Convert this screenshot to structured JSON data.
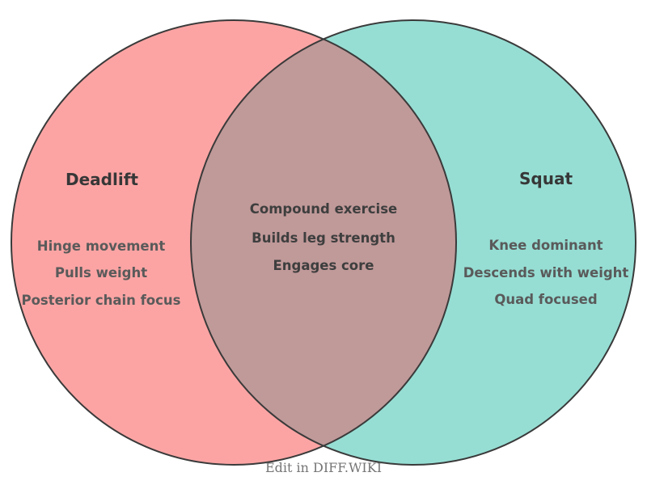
{
  "chart_data": {
    "type": "venn",
    "title": "",
    "sets": [
      {
        "name": "Deadlift",
        "unique_items": [
          "Hinge movement",
          "Pulls weight",
          "Posterior chain focus"
        ],
        "color": "#FCA4A4"
      },
      {
        "name": "Squat",
        "unique_items": [
          "Knee dominant",
          "Descends with weight",
          "Quad focused"
        ],
        "color": "#96DED4"
      }
    ],
    "intersection_items": [
      "Compound exercise",
      "Builds leg strength",
      "Engages core"
    ],
    "intersection_color": "#C09999",
    "legend_position": "none",
    "grid": false
  },
  "venn": {
    "left": {
      "title": "Deadlift",
      "items": [
        "Hinge movement",
        "Pulls weight",
        "Posterior chain focus"
      ],
      "fill_color": "#FCA4A4"
    },
    "right": {
      "title": "Squat",
      "items": [
        "Knee dominant",
        "Descends with weight",
        "Quad focused"
      ],
      "fill_color": "#96DED4"
    },
    "intersection": {
      "items": [
        "Compound exercise",
        "Builds leg strength",
        "Engages core"
      ],
      "fill_color": "#C09999"
    },
    "outline_color": "#3A3A3A",
    "title_color": "#373737",
    "item_color": "#5A5A5A",
    "intersection_item_color": "#3E3E3E"
  },
  "footer": {
    "label": "Edit in DIFF.WIKI",
    "color": "#757575"
  }
}
